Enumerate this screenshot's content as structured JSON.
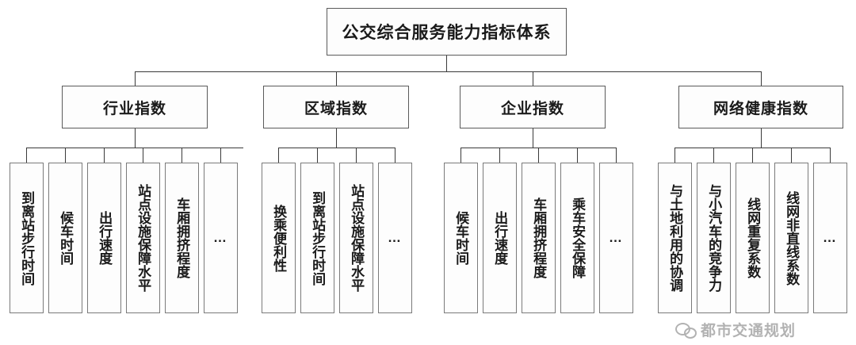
{
  "diagram": {
    "type": "hierarchy-tree",
    "root": {
      "label": "公交综合服务能力指标体系"
    },
    "branches": [
      {
        "label": "行业指数",
        "leaves": [
          {
            "label": "到离站步行时间"
          },
          {
            "label": "候车时间"
          },
          {
            "label": "出行速度"
          },
          {
            "label": "站点设施保障水平"
          },
          {
            "label": "车厢拥挤程度"
          },
          {
            "label": "…"
          }
        ]
      },
      {
        "label": "区域指数",
        "leaves": [
          {
            "label": "换乘便利性"
          },
          {
            "label": "到离站步行时间"
          },
          {
            "label": "站点设施保障水平"
          },
          {
            "label": "…"
          }
        ]
      },
      {
        "label": "企业指数",
        "leaves": [
          {
            "label": "候车时间"
          },
          {
            "label": "出行速度"
          },
          {
            "label": "车厢拥挤程度"
          },
          {
            "label": "乘车安全保障"
          },
          {
            "label": "…"
          }
        ]
      },
      {
        "label": "网络健康指数",
        "leaves": [
          {
            "label": "与土地利用的协调"
          },
          {
            "label": "与小汽车的竞争力"
          },
          {
            "label": "线网重复系数"
          },
          {
            "label": "线网非直线系数"
          },
          {
            "label": "…"
          }
        ]
      }
    ]
  },
  "watermark": {
    "text": "都市交通规划",
    "icon": "wechat-icon"
  },
  "colors": {
    "background": "#ffffff",
    "box_fill": "#fdfdfd",
    "box_border": "#6b6b6b",
    "line": "#3a3a3a",
    "text": "#1a1a1a"
  }
}
